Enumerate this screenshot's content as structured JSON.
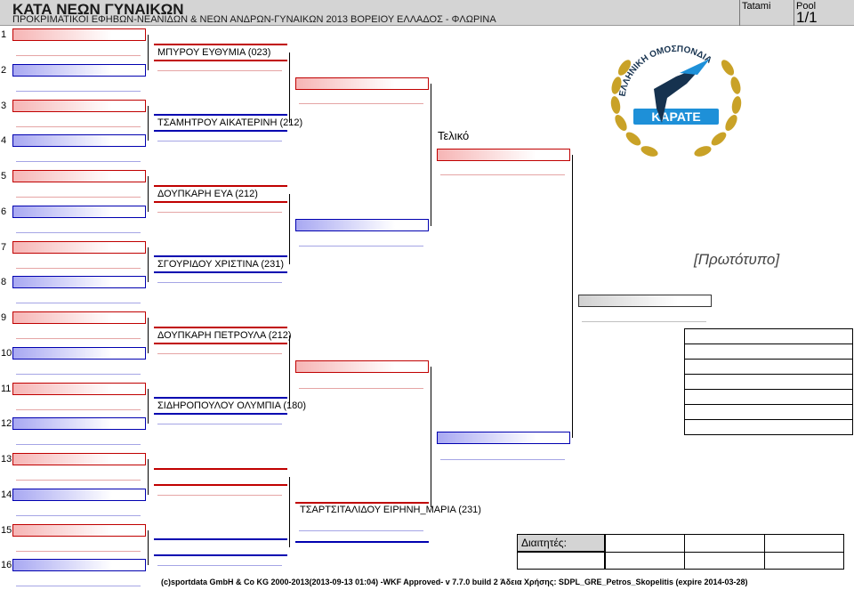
{
  "header": {
    "title": "ΚΑΤΑ ΝΕΩΝ ΓΥΝΑΙΚΩΝ",
    "subtitle": "ΠΡΟΚΡΙΜΑΤΙΚΟΙ ΕΦΗΒΩΝ-ΝΕΑΝΙΔΩΝ & ΝΕΩΝ ΑΝΔΡΩΝ-ΓΥΝΑΙΚΩΝ 2013 ΒΟΡΕΙΟΥ ΕΛΛΑΔΟΣ - ΦΛΩΡΙΝΑ",
    "tatami_label": "Tatami",
    "tatami_value": "",
    "pool_label": "Pool",
    "pool_value": "1/1"
  },
  "row_numbers": [
    "1",
    "2",
    "3",
    "4",
    "5",
    "6",
    "7",
    "8",
    "9",
    "10",
    "11",
    "12",
    "13",
    "14",
    "15",
    "16"
  ],
  "round2": [
    "ΜΠΥΡΟΥ ΕΥΘΥΜΙΑ (023)",
    "ΤΣΑΜΗΤΡΟΥ ΑΙΚΑΤΕΡΙΝΗ (212)",
    "ΔΟΥΠΚΑΡΗ ΕΥΑ (212)",
    "ΣΓΟΥΡΙΔΟΥ ΧΡΙΣΤΙΝΑ (231)",
    "ΔΟΥΠΚΑΡΗ ΠΕΤΡΟΥΛΑ (212)",
    "ΣΙΔΗΡΟΠΟΥΛΟΥ ΟΛΥΜΠΙΑ (180)",
    "",
    ""
  ],
  "round3": [
    "",
    "",
    "",
    "ΤΣΑΡΤΣΙΤΑΛΙΔΟΥ ΕΙΡΗΝΗ_ΜΑΡΙΑ (231)"
  ],
  "final_label": "Τελικό",
  "prototype_label": "[Πρωτότυπο]",
  "logo": {
    "text_top": "ΕΛΛΗΝΙΚΗ ΟΜΟΣΠΟΝΔΙΑ",
    "text_bottom": "ΚΑΡΑΤΕ",
    "colors": {
      "wreath": "#c9a227",
      "blue": "#1e90d8",
      "dark": "#16324f"
    }
  },
  "referees_label": "Διαιτητές:",
  "footer": "(c)sportdata GmbH & Co KG 2000-2013(2013-09-13 01:04) -WKF Approved- v 7.7.0 build 2 Άδεια Χρήσης: SDPL_GRE_Petros_Skopelitis (expire 2014-03-28)",
  "colors": {
    "aka": "#c00000",
    "ao": "#0000b0",
    "header_bg": "#d4d4d4"
  }
}
